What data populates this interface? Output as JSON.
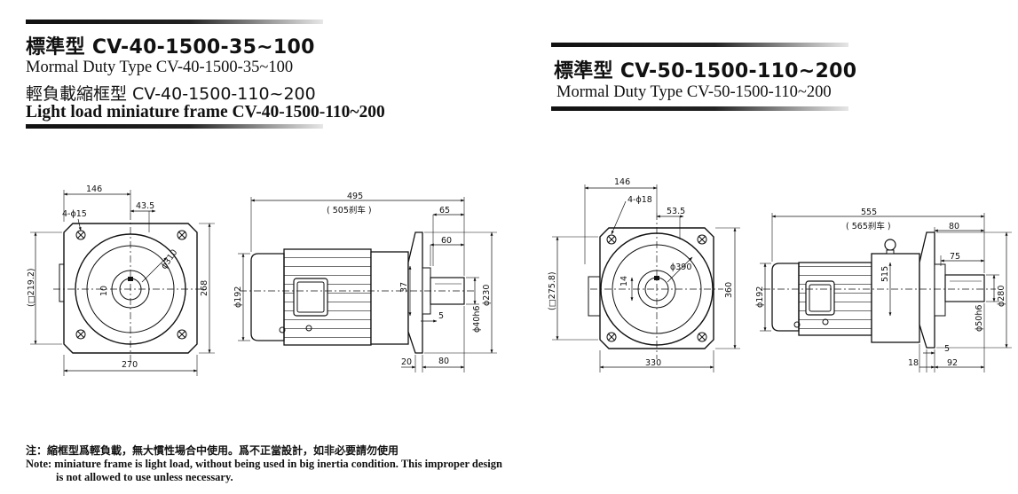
{
  "left_header": {
    "title": "標準型 CV-40-1500-35~100",
    "line1": "Mormal Duty Type   CV-40-1500-35~100",
    "line2": "輕負載縮框型 CV-40-1500-110~200",
    "line3": "Light load miniature frame  CV-40-1500-110~200"
  },
  "right_header": {
    "title": "標準型 CV-50-1500-110~200",
    "line1": "Mormal Duty Type   CV-50-1500-110~200"
  },
  "left_front": {
    "w146": "146",
    "bolt": "4-ϕ15",
    "d435": "43.5",
    "dia310": "ϕ310",
    "d10": "10",
    "frame": "(□219.2)",
    "h268": "268",
    "w270": "270"
  },
  "left_side": {
    "l495": "495",
    "brake": "( 505刹车 )",
    "d65": "65",
    "d60": "60",
    "d37": "37",
    "d5": "5",
    "phi192": "ϕ192",
    "phi230": "ϕ230",
    "shaft": "ϕ40h6",
    "d20": "20",
    "d80": "80"
  },
  "right_front": {
    "w146": "146",
    "bolt": "4-ϕ18",
    "d535": "53.5",
    "dia390": "ϕ390",
    "d14": "14",
    "frame": "(□275.8)",
    "h360": "360",
    "w330": "330"
  },
  "right_side": {
    "l555": "555",
    "brake": "( 565刹车 )",
    "d80": "80",
    "d75": "75",
    "d515": "515",
    "phi192": "ϕ192",
    "phi280": "ϕ280",
    "shaft": "ϕ50h6",
    "d5": "5",
    "d18": "18",
    "d92": "92"
  },
  "note": {
    "cn": "注：縮框型爲輕負載，無大慣性場合中使用。爲不正當設計，如非必要請勿使用",
    "en1": "Note: miniature frame is light load, without being used in big inertia condition. This improper design",
    "en2": "is not allowed to use unless necessary."
  }
}
